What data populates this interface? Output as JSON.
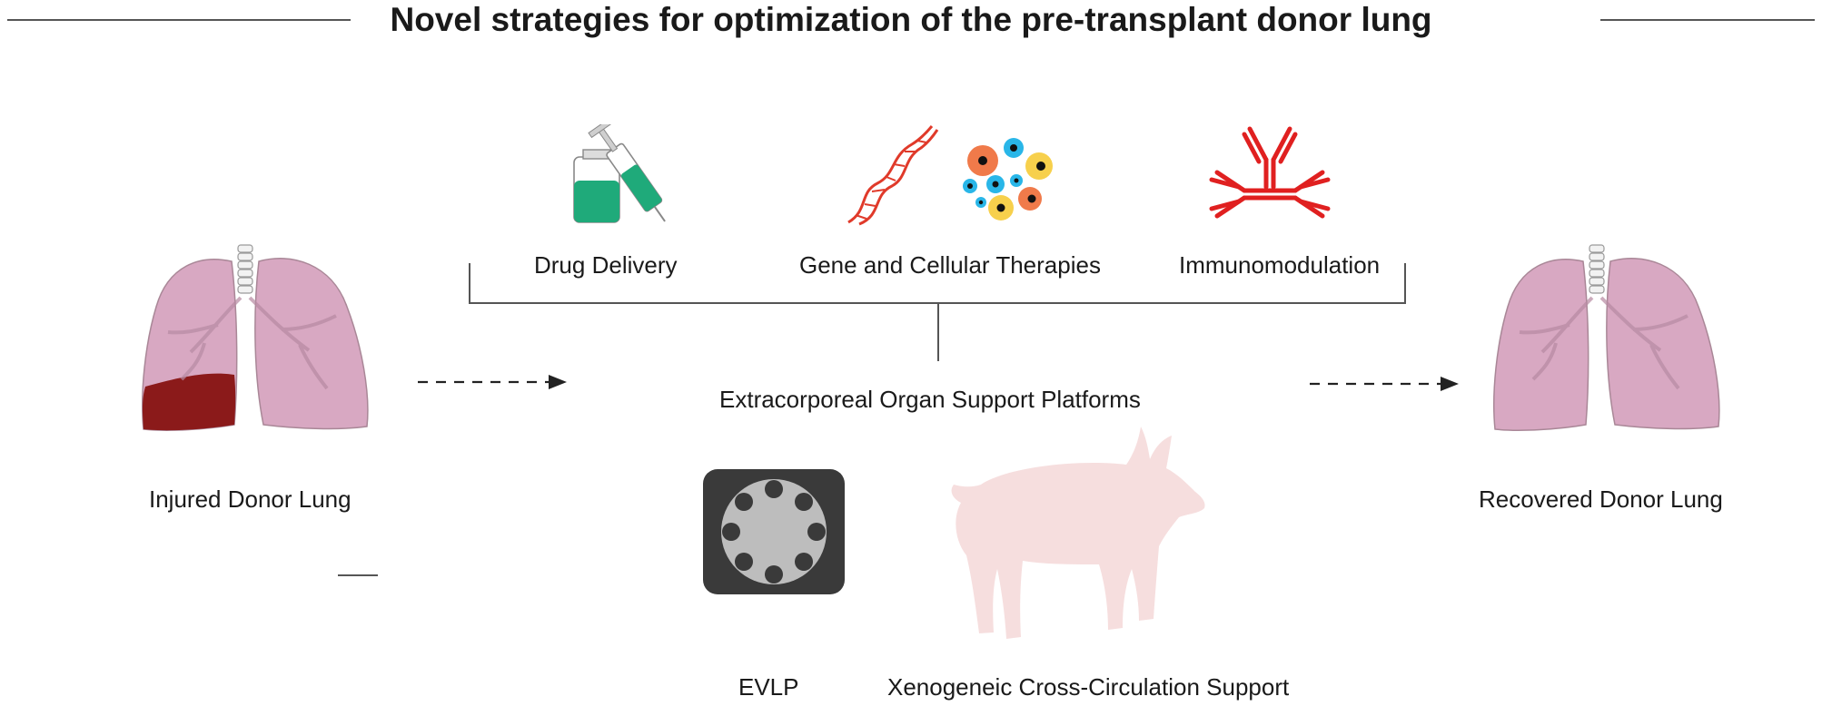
{
  "header": {
    "title": "Novel strategies for optimization of the pre-transplant donor lung"
  },
  "diagram": {
    "left_lung_label": "Injured Donor Lung",
    "right_lung_label": "Recovered Donor Lung",
    "therapies": [
      {
        "label": "Drug Delivery",
        "icon": "syringe-vial-icon"
      },
      {
        "label": "Gene and Cellular Therapies",
        "icon": "dna-cells-icon"
      },
      {
        "label": "Immunomodulation",
        "icon": "antibody-icon"
      }
    ],
    "platform_label": "Extracorporeal Organ Support Platforms",
    "platforms": [
      {
        "label": "EVLP",
        "icon": "evlp-device-icon"
      },
      {
        "label": "Xenogeneic Cross-Circulation Support",
        "icon": "pig-icon"
      }
    ]
  },
  "colors": {
    "lung_pink": "#d8a8c2",
    "lung_outline": "#a98797",
    "injury_red": "#8b1a1a",
    "drug_green": "#1faa7a",
    "dna_red": "#e03a2a",
    "antibody_red": "#e02020",
    "evlp_dark": "#3a3a3a",
    "pig_pink": "#f6dede"
  }
}
